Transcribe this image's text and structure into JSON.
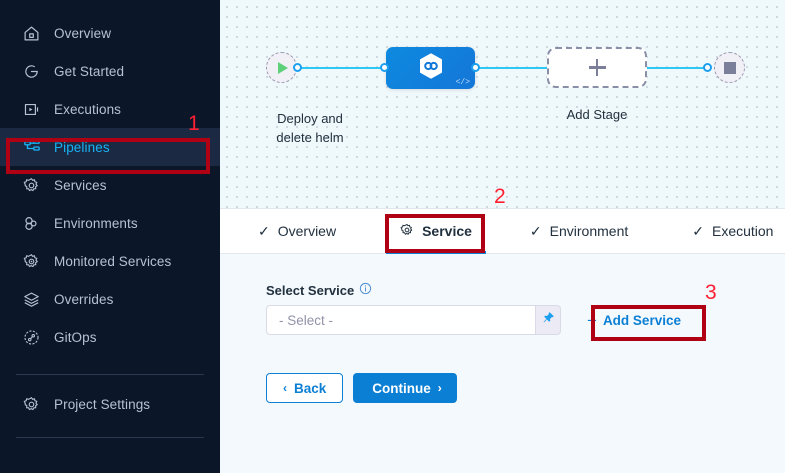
{
  "sidebar": {
    "items": [
      {
        "label": "Overview",
        "icon": "home-icon",
        "active": false
      },
      {
        "label": "Get Started",
        "icon": "get-started-icon",
        "active": false
      },
      {
        "label": "Executions",
        "icon": "executions-icon",
        "active": false
      },
      {
        "label": "Pipelines",
        "icon": "pipelines-icon",
        "active": true
      },
      {
        "label": "Services",
        "icon": "gear-icon",
        "active": false
      },
      {
        "label": "Environments",
        "icon": "environments-icon",
        "active": false
      },
      {
        "label": "Monitored Services",
        "icon": "monitored-services-icon",
        "active": false
      },
      {
        "label": "Overrides",
        "icon": "layers-icon",
        "active": false
      },
      {
        "label": "GitOps",
        "icon": "gitops-icon",
        "active": false
      }
    ],
    "footer": {
      "label": "Project Settings",
      "icon": "gear-icon"
    }
  },
  "canvas": {
    "start_node": "start-play-node",
    "end_node": "end-stop-node",
    "stage": {
      "label_line1": "Deploy and",
      "label_line2": "delete helm",
      "icon": "helm-hexagon-icon",
      "code_badge": "</>"
    },
    "add_stage": {
      "label": "Add Stage",
      "icon": "plus-icon"
    }
  },
  "tabs": [
    {
      "label": "Overview",
      "icon": "check-icon",
      "active": false
    },
    {
      "label": "Service",
      "icon": "gear-icon",
      "active": true
    },
    {
      "label": "Environment",
      "icon": "check-icon",
      "active": false
    },
    {
      "label": "Execution",
      "icon": "check-icon",
      "active": false
    }
  ],
  "form": {
    "select_service_label": "Select Service",
    "select_service_info_icon": "info-icon",
    "select_value": "- Select -",
    "pin_icon": "pin-icon",
    "add_service_label": "Add Service",
    "add_service_plus": "+",
    "back_label": "Back",
    "back_chevron": "‹",
    "continue_label": "Continue",
    "continue_chevron": "›"
  },
  "annotations": [
    {
      "number": "1",
      "target": "sidebar-item-pipelines"
    },
    {
      "number": "2",
      "target": "tab-service"
    },
    {
      "number": "3",
      "target": "add-service-button"
    }
  ],
  "colors": {
    "sidebar_bg": "#0b1628",
    "sidebar_active_bg": "#1b2a42",
    "accent_blue": "#0b7fd4",
    "active_nav_text": "#19b2f5",
    "annotation_box": "#b00013",
    "annotation_number": "#ff2032",
    "canvas_bg": "#eff8fb",
    "panel_bg": "#f4f9fd",
    "edge_line": "#2fc7f5",
    "play_green": "#5fd07a"
  }
}
